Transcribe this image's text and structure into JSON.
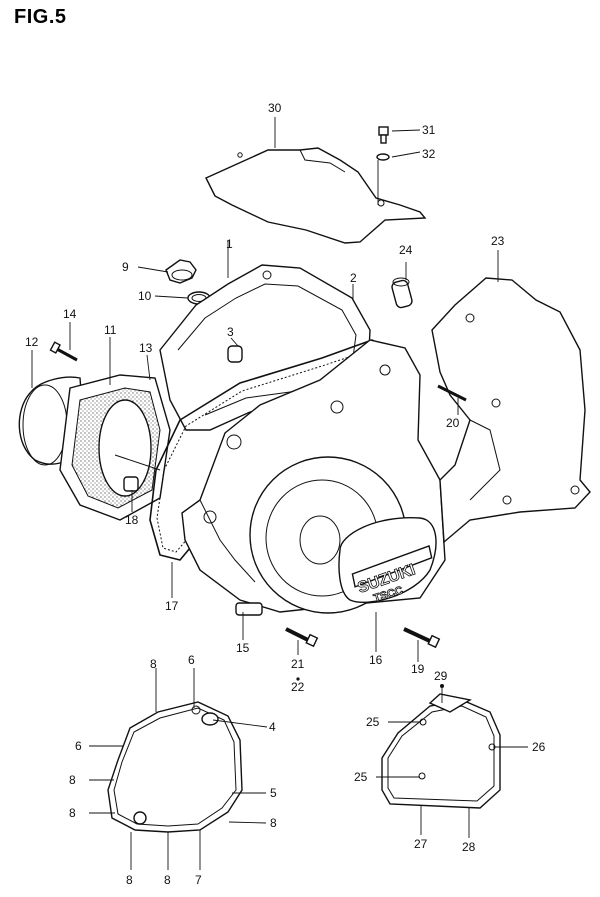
{
  "figure": {
    "title": "FIG.5"
  },
  "emblem": {
    "brand": "SUZUKI",
    "sub": "TSCC"
  },
  "callouts": [
    {
      "id": "c30",
      "text": "30"
    },
    {
      "id": "c31",
      "text": "31"
    },
    {
      "id": "c32",
      "text": "32"
    },
    {
      "id": "c1",
      "text": "1"
    },
    {
      "id": "c2",
      "text": "2"
    },
    {
      "id": "c3",
      "text": "3"
    },
    {
      "id": "c9",
      "text": "9"
    },
    {
      "id": "c10",
      "text": "10"
    },
    {
      "id": "c11",
      "text": "11"
    },
    {
      "id": "c12",
      "text": "12"
    },
    {
      "id": "c13",
      "text": "13"
    },
    {
      "id": "c14",
      "text": "14"
    },
    {
      "id": "c15",
      "text": "15"
    },
    {
      "id": "c16",
      "text": "16"
    },
    {
      "id": "c17",
      "text": "17"
    },
    {
      "id": "c18",
      "text": "18"
    },
    {
      "id": "c19",
      "text": "19"
    },
    {
      "id": "c20",
      "text": "20"
    },
    {
      "id": "c21",
      "text": "21"
    },
    {
      "id": "c22",
      "text": "22"
    },
    {
      "id": "c23",
      "text": "23"
    },
    {
      "id": "c24",
      "text": "24"
    },
    {
      "id": "c4",
      "text": "4"
    },
    {
      "id": "c5",
      "text": "5"
    },
    {
      "id": "c6a",
      "text": "6"
    },
    {
      "id": "c6b",
      "text": "6"
    },
    {
      "id": "c7",
      "text": "7"
    },
    {
      "id": "c8a",
      "text": "8"
    },
    {
      "id": "c8b",
      "text": "8"
    },
    {
      "id": "c8c",
      "text": "8"
    },
    {
      "id": "c8d",
      "text": "8"
    },
    {
      "id": "c8e",
      "text": "8"
    },
    {
      "id": "c8f",
      "text": "8"
    },
    {
      "id": "c25a",
      "text": "25"
    },
    {
      "id": "c25b",
      "text": "25"
    },
    {
      "id": "c26",
      "text": "26"
    },
    {
      "id": "c27",
      "text": "27"
    },
    {
      "id": "c28",
      "text": "28"
    },
    {
      "id": "c29",
      "text": "29"
    }
  ]
}
